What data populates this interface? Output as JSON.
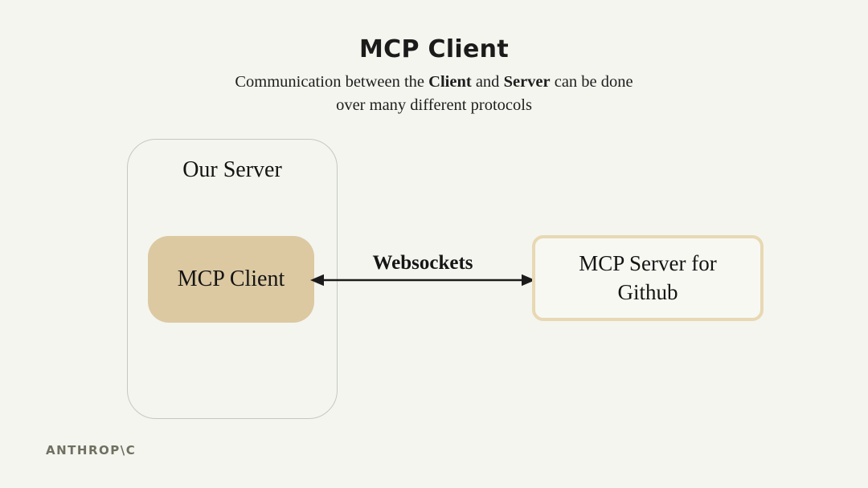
{
  "slide": {
    "title": "MCP Client",
    "subtitle": {
      "part1": "Communication between the ",
      "bold1": "Client",
      "part2": " and ",
      "bold2": "Server",
      "part3": " can be done",
      "line2": "over many different protocols"
    }
  },
  "diagram": {
    "outer_box_label": "Our Server",
    "client_box_label": "MCP Client",
    "arrow_label": "Websockets",
    "server_box_label": "MCP Server for Github",
    "arrow_type": "bidirectional"
  },
  "footer": {
    "logo_text": "ANTHROP\\C"
  },
  "colors": {
    "background": "#f4f5ef",
    "text_dark": "#1b1b1b",
    "client_box_fill": "#dcc9a2",
    "server_box_border": "#e8d8b3",
    "server_box_fill": "#f7f8f2",
    "outer_box_border": "#c5c8c0",
    "arrow_color": "#1b1b1b",
    "logo_color": "#6f7061"
  }
}
